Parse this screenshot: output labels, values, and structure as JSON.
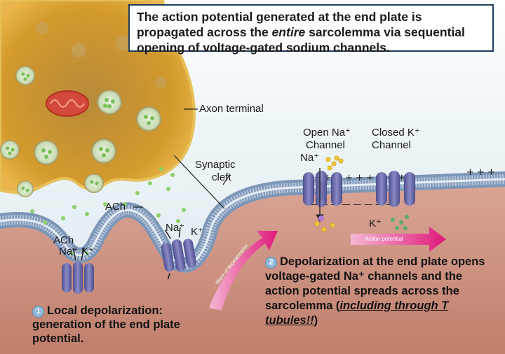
{
  "title": {
    "part1": "The action potential generated at the end plate is propagated across the",
    "emph": "entire",
    "part2": "sarcolemma via sequential opening of voltage-gated sodium channels."
  },
  "labels": {
    "axon_terminal": "Axon terminal",
    "synaptic_cleft_line1": "Synaptic",
    "synaptic_cleft_line2": "cleft",
    "ach_cleft": "ACh",
    "ach_receptor": "ACh",
    "na_receptor": "Na⁺",
    "k_receptor": "K⁺",
    "na_second": "Na⁺",
    "k_second": "K⁺",
    "open_na_line1": "Open Na⁺",
    "open_na_line2": "Channel",
    "closed_k_line1": "Closed K⁺",
    "closed_k_line2": "Channel",
    "na_open_ions": "Na⁺",
    "k_ions": "K⁺",
    "action_potential_arrow": "Action potential",
    "wave_arrow": "Wave of depolarization"
  },
  "steps": {
    "step1": {
      "number": "1",
      "text": "Local depolarization: generation of the end plate potential."
    },
    "step2": {
      "number": "2",
      "text_before": "Depolarization at the end plate opens voltage-gated Na⁺ channels and the action potential spreads across the sarcolemma (",
      "text_emph": "including through T tubules!!",
      "text_after": ")"
    }
  },
  "colors": {
    "axon": "#d49a2a",
    "axon_dark": "#a8701a",
    "membrane": "#8da4c4",
    "muscle": "#c98f7e",
    "channel": "#6a6aa8",
    "arrow": "#e0187a",
    "box_border": "#1f3b5c"
  }
}
